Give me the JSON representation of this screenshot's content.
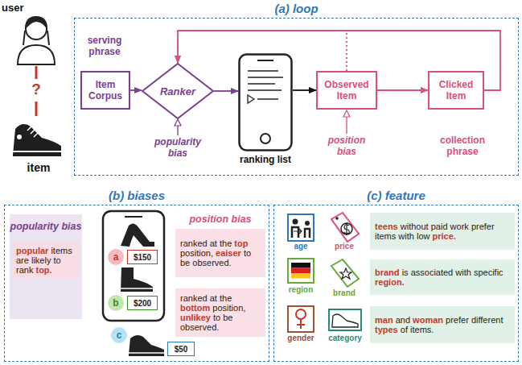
{
  "diagram": {
    "nodes": [
      {
        "text": [
          "(a) loop"
        ]
      },
      {
        "text": [
          "Item Corpus"
        ],
        "in": 0
      },
      {
        "text": [
          "Ranker"
        ],
        "in": 0
      },
      {
        "text": [
          "ranking list"
        ],
        "in": 0
      },
      {
        "text": [
          "Observed Item"
        ],
        "in": 0
      },
      {
        "text": [
          "Clicked Item"
        ],
        "in": 0
      },
      {
        "text": [
          "(b) biases"
        ]
      },
      {
        "text": [
          "popularity bias",
          "popular items are likely to rank top."
        ],
        "in": 6
      },
      {
        "text": [
          "a"
        ],
        "in": 6
      },
      {
        "text": [
          "$150"
        ],
        "in": 6
      },
      {
        "text": [
          "b"
        ],
        "in": 6
      },
      {
        "text": [
          "$200"
        ],
        "in": 6
      },
      {
        "text": [
          "c"
        ],
        "in": 6
      },
      {
        "text": [
          "$50"
        ],
        "in": 6
      },
      {
        "text": [
          "ranked at the top position, eaiser to be observed."
        ],
        "in": 6
      },
      {
        "text": [
          "ranked at the bottom position, unlikey to be observed."
        ],
        "in": 6
      },
      {
        "text": [
          "(c) feature"
        ]
      },
      {
        "text": [
          "teens without paid work prefer items with low price."
        ],
        "in": 16
      },
      {
        "text": [
          "brand is associated with specific region."
        ],
        "in": 16
      },
      {
        "text": [
          "man and woman prefer different types of items."
        ],
        "in": 16
      }
    ],
    "edges": [
      {
        "from": 1,
        "to": 2,
        "arrow": "to"
      },
      {
        "from": 2,
        "to": 3,
        "arrow": "to"
      },
      {
        "from": 3,
        "to": 4,
        "arrow": "to"
      },
      {
        "from": 4,
        "to": 5,
        "arrow": "to"
      },
      {
        "from": 5,
        "to": 2,
        "arrow": "to"
      },
      {
        "from": 4,
        "to": 2,
        "arrow": "to"
      }
    ],
    "labels": [
      "user",
      "?",
      "item",
      "serving phrase",
      "popularity bias",
      "position bias",
      "collection phrase",
      "position bias",
      "age",
      "price",
      "region",
      "brand",
      "gender",
      "category"
    ]
  }
}
